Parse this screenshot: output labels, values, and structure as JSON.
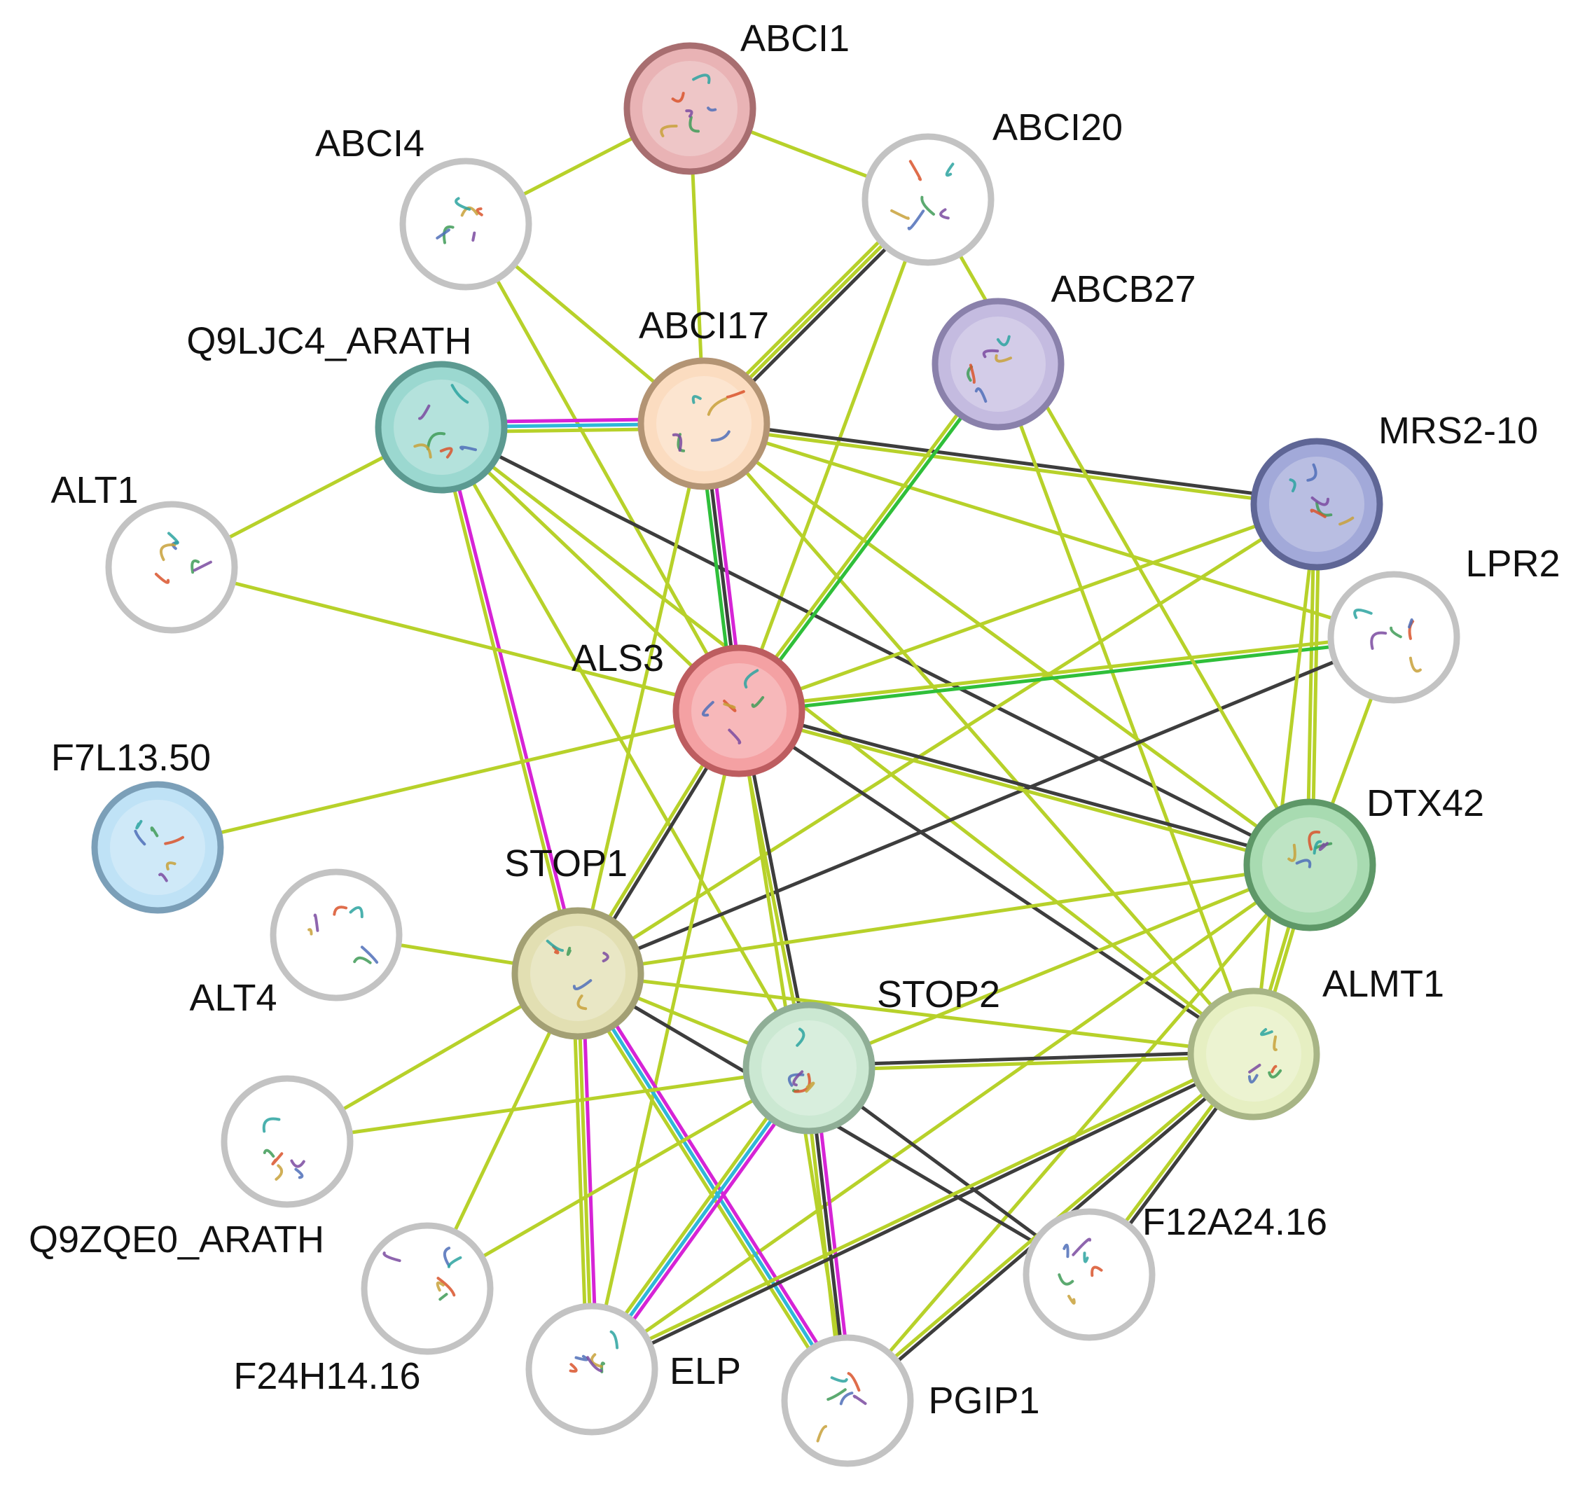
{
  "colors": {
    "textmining": "#b7d12a",
    "coexpression": "#3d3d3d",
    "experimental": "#d624d6",
    "database": "#2eb7d9",
    "neighborhood": "#2fbf3a",
    "empty_node": "#ffffff",
    "empty_border": "#c3c3c3"
  },
  "nodes": [
    {
      "id": "ABCI1",
      "label": "ABCI1",
      "fill": "#e9b3b5",
      "border": "#a86e70",
      "icon": "protein-structure-icon"
    },
    {
      "id": "ABCI4",
      "label": "ABCI4",
      "fill": "#ffffff",
      "border": "#c3c3c3",
      "icon": "protein-structure-icon"
    },
    {
      "id": "ABCI20",
      "label": "ABCI20",
      "fill": "#ffffff",
      "border": "#c3c3c3",
      "icon": "protein-structure-icon"
    },
    {
      "id": "ABCI17",
      "label": "ABCI17",
      "fill": "#fbdcc0",
      "border": "#b39474",
      "icon": "protein-structure-icon"
    },
    {
      "id": "Q9LJC4_ARATH",
      "label": "Q9LJC4_ARATH",
      "fill": "#9bd8d0",
      "border": "#5c9a91",
      "icon": "protein-structure-icon"
    },
    {
      "id": "ABCB27",
      "label": "ABCB27",
      "fill": "#c4bbe0",
      "border": "#8a81ab",
      "icon": "protein-structure-icon"
    },
    {
      "id": "MRS2-10",
      "label": "MRS2-10",
      "fill": "#a2a9d9",
      "border": "#5f6696",
      "icon": "protein-structure-icon"
    },
    {
      "id": "ALT1",
      "label": "ALT1",
      "fill": "#ffffff",
      "border": "#c3c3c3",
      "icon": "protein-structure-icon"
    },
    {
      "id": "LPR2",
      "label": "LPR2",
      "fill": "#ffffff",
      "border": "#c3c3c3",
      "icon": "protein-structure-icon"
    },
    {
      "id": "ALS3",
      "label": "ALS3",
      "fill": "#f4a1a3",
      "border": "#bd5d60",
      "icon": "protein-structure-icon"
    },
    {
      "id": "F7L13.50",
      "label": "F7L13.50",
      "fill": "#bfe2f6",
      "border": "#7b9fb8",
      "icon": "protein-structure-icon"
    },
    {
      "id": "DTX42",
      "label": "DTX42",
      "fill": "#a8dbb1",
      "border": "#5e9868",
      "icon": "protein-structure-icon"
    },
    {
      "id": "STOP1",
      "label": "STOP1",
      "fill": "#e2dfb2",
      "border": "#a3a074",
      "icon": "protein-structure-icon"
    },
    {
      "id": "ALT4",
      "label": "ALT4",
      "fill": "#ffffff",
      "border": "#c3c3c3",
      "icon": "protein-structure-icon"
    },
    {
      "id": "STOP2",
      "label": "STOP2",
      "fill": "#cbe8d2",
      "border": "#8fae96",
      "icon": "protein-structure-icon"
    },
    {
      "id": "ALMT1",
      "label": "ALMT1",
      "fill": "#e6efc2",
      "border": "#a8b586",
      "icon": "protein-structure-icon"
    },
    {
      "id": "Q9ZQE0_ARATH",
      "label": "Q9ZQE0_ARATH",
      "fill": "#ffffff",
      "border": "#c3c3c3",
      "icon": "protein-structure-icon"
    },
    {
      "id": "F24H14.16",
      "label": "F24H14.16",
      "fill": "#ffffff",
      "border": "#c3c3c3",
      "icon": "protein-structure-icon"
    },
    {
      "id": "F12A24.16",
      "label": "F12A24.16",
      "fill": "#ffffff",
      "border": "#c3c3c3",
      "icon": "protein-structure-icon"
    },
    {
      "id": "ELP",
      "label": "ELP",
      "fill": "#ffffff",
      "border": "#c3c3c3",
      "icon": "protein-structure-icon"
    },
    {
      "id": "PGIP1",
      "label": "PGIP1",
      "fill": "#ffffff",
      "border": "#c3c3c3",
      "icon": "protein-structure-icon"
    }
  ],
  "edges": [
    {
      "source": "ABCI1",
      "target": "ABCI4",
      "evidence": [
        "textmining"
      ]
    },
    {
      "source": "ABCI1",
      "target": "ABCI20",
      "evidence": [
        "textmining"
      ]
    },
    {
      "source": "ABCI1",
      "target": "ABCI17",
      "evidence": [
        "textmining"
      ]
    },
    {
      "source": "ABCI4",
      "target": "ABCI17",
      "evidence": [
        "textmining"
      ]
    },
    {
      "source": "ABCI4",
      "target": "ALS3",
      "evidence": [
        "textmining"
      ]
    },
    {
      "source": "ABCI20",
      "target": "ABCI17",
      "evidence": [
        "coexpression",
        "textmining",
        "textmining"
      ]
    },
    {
      "source": "ABCI20",
      "target": "ALS3",
      "evidence": [
        "textmining"
      ]
    },
    {
      "source": "Q9LJC4_ARATH",
      "target": "ABCI17",
      "evidence": [
        "experimental",
        "database",
        "textmining"
      ]
    },
    {
      "source": "Q9LJC4_ARATH",
      "target": "ALT1",
      "evidence": [
        "textmining"
      ]
    },
    {
      "source": "Q9LJC4_ARATH",
      "target": "STOP1",
      "evidence": [
        "experimental",
        "textmining"
      ]
    },
    {
      "source": "Q9LJC4_ARATH",
      "target": "ALS3",
      "evidence": [
        "textmining"
      ]
    },
    {
      "source": "Q9LJC4_ARATH",
      "target": "DTX42",
      "evidence": [
        "coexpression"
      ]
    },
    {
      "source": "Q9LJC4_ARATH",
      "target": "ALMT1",
      "evidence": [
        "textmining"
      ]
    },
    {
      "source": "Q9LJC4_ARATH",
      "target": "STOP2",
      "evidence": [
        "textmining"
      ]
    },
    {
      "source": "ABCI17",
      "target": "ALS3",
      "evidence": [
        "experimental",
        "coexpression",
        "neighborhood"
      ]
    },
    {
      "source": "ABCI17",
      "target": "MRS2-10",
      "evidence": [
        "coexpression",
        "textmining"
      ]
    },
    {
      "source": "ABCI17",
      "target": "LPR2",
      "evidence": [
        "textmining"
      ]
    },
    {
      "source": "ABCI17",
      "target": "DTX42",
      "evidence": [
        "textmining"
      ]
    },
    {
      "source": "ABCI17",
      "target": "ALMT1",
      "evidence": [
        "textmining"
      ]
    },
    {
      "source": "ABCI17",
      "target": "STOP1",
      "evidence": [
        "textmining"
      ]
    },
    {
      "source": "ABCB27",
      "target": "ALS3",
      "evidence": [
        "neighborhood",
        "textmining"
      ]
    },
    {
      "source": "ABCB27",
      "target": "ALMT1",
      "evidence": [
        "textmining"
      ]
    },
    {
      "source": "MRS2-10",
      "target": "ALS3",
      "evidence": [
        "textmining"
      ]
    },
    {
      "source": "MRS2-10",
      "target": "DTX42",
      "evidence": [
        "textmining",
        "textmining"
      ]
    },
    {
      "source": "MRS2-10",
      "target": "STOP1",
      "evidence": [
        "textmining"
      ]
    },
    {
      "source": "ALT1",
      "target": "ALS3",
      "evidence": [
        "textmining"
      ]
    },
    {
      "source": "LPR2",
      "target": "ALS3",
      "evidence": [
        "neighborhood",
        "textmining"
      ]
    },
    {
      "source": "LPR2",
      "target": "DTX42",
      "evidence": [
        "textmining"
      ]
    },
    {
      "source": "LPR2",
      "target": "STOP1",
      "evidence": [
        "coexpression"
      ]
    },
    {
      "source": "ALS3",
      "target": "F7L13.50",
      "evidence": [
        "textmining"
      ]
    },
    {
      "source": "ALS3",
      "target": "DTX42",
      "evidence": [
        "coexpression",
        "textmining"
      ]
    },
    {
      "source": "ALS3",
      "target": "STOP1",
      "evidence": [
        "coexpression",
        "textmining"
      ]
    },
    {
      "source": "ALS3",
      "target": "STOP2",
      "evidence": [
        "coexpression",
        "textmining"
      ]
    },
    {
      "source": "ALS3",
      "target": "ALMT1",
      "evidence": [
        "coexpression"
      ]
    },
    {
      "source": "ALS3",
      "target": "ELP",
      "evidence": [
        "textmining"
      ]
    },
    {
      "source": "ALS3",
      "target": "PGIP1",
      "evidence": [
        "textmining"
      ]
    },
    {
      "source": "DTX42",
      "target": "STOP1",
      "evidence": [
        "textmining"
      ]
    },
    {
      "source": "DTX42",
      "target": "STOP2",
      "evidence": [
        "textmining"
      ]
    },
    {
      "source": "DTX42",
      "target": "ALMT1",
      "evidence": [
        "textmining",
        "textmining"
      ]
    },
    {
      "source": "DTX42",
      "target": "ELP",
      "evidence": [
        "textmining"
      ]
    },
    {
      "source": "DTX42",
      "target": "PGIP1",
      "evidence": [
        "textmining"
      ]
    },
    {
      "source": "STOP1",
      "target": "ALT4",
      "evidence": [
        "textmining"
      ]
    },
    {
      "source": "STOP1",
      "target": "ALMT1",
      "evidence": [
        "textmining"
      ]
    },
    {
      "source": "STOP1",
      "target": "Q9ZQE0_ARATH",
      "evidence": [
        "textmining"
      ]
    },
    {
      "source": "STOP1",
      "target": "F24H14.16",
      "evidence": [
        "textmining"
      ]
    },
    {
      "source": "STOP1",
      "target": "ELP",
      "evidence": [
        "experimental",
        "textmining",
        "textmining"
      ]
    },
    {
      "source": "STOP1",
      "target": "PGIP1",
      "evidence": [
        "experimental",
        "database",
        "textmining"
      ]
    },
    {
      "source": "STOP1",
      "target": "STOP2",
      "evidence": [
        "textmining"
      ]
    },
    {
      "source": "STOP1",
      "target": "F12A24.16",
      "evidence": [
        "coexpression"
      ]
    },
    {
      "source": "STOP2",
      "target": "ALMT1",
      "evidence": [
        "coexpression",
        "textmining"
      ]
    },
    {
      "source": "STOP2",
      "target": "ELP",
      "evidence": [
        "experimental",
        "database",
        "textmining"
      ]
    },
    {
      "source": "STOP2",
      "target": "PGIP1",
      "evidence": [
        "experimental",
        "coexpression",
        "textmining"
      ]
    },
    {
      "source": "STOP2",
      "target": "F12A24.16",
      "evidence": [
        "coexpression"
      ]
    },
    {
      "source": "STOP2",
      "target": "Q9ZQE0_ARATH",
      "evidence": [
        "textmining"
      ]
    },
    {
      "source": "STOP2",
      "target": "F24H14.16",
      "evidence": [
        "textmining"
      ]
    },
    {
      "source": "ALMT1",
      "target": "F12A24.16",
      "evidence": [
        "coexpression",
        "textmining"
      ]
    },
    {
      "source": "ALMT1",
      "target": "ELP",
      "evidence": [
        "coexpression",
        "textmining"
      ]
    },
    {
      "source": "ALMT1",
      "target": "PGIP1",
      "evidence": [
        "coexpression",
        "textmining"
      ]
    },
    {
      "source": "ALMT1",
      "target": "MRS2-10",
      "evidence": [
        "textmining"
      ]
    },
    {
      "source": "ABCI20",
      "target": "DTX42",
      "evidence": [
        "textmining"
      ]
    }
  ]
}
